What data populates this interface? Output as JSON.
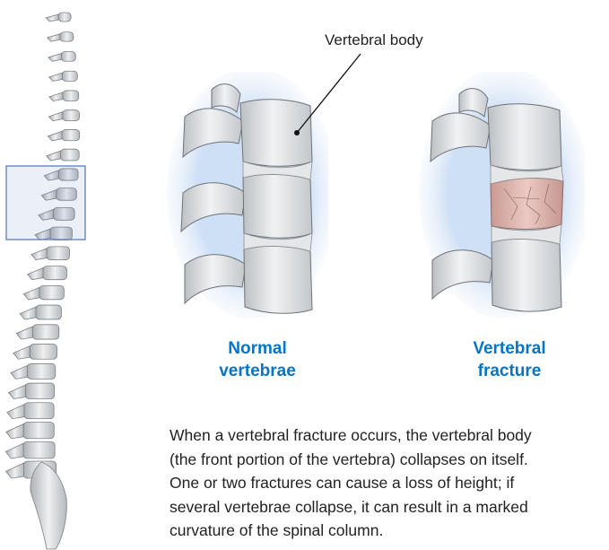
{
  "callout": {
    "label": "Vertebral body"
  },
  "figures": {
    "normal": {
      "caption_line1": "Normal",
      "caption_line2": "vertebrae"
    },
    "fracture": {
      "caption_line1": "Vertebral",
      "caption_line2": "fracture"
    }
  },
  "description": {
    "line1": "When a vertebral fracture occurs, the vertebral body",
    "line2": "(the front portion of the vertebra) collapses on itself.",
    "line3": "One or two fractures can cause a loss of height; if",
    "line4": "several vertebrae collapse, it can result in a marked",
    "line5": "curvature of the spinal column."
  },
  "colors": {
    "caption": "#0a74c2",
    "highlight_box": "#5a7fb8",
    "bone": "#d9dcdf",
    "fracture_tint": "#d7a7a0",
    "glow": "#c9dcf4"
  }
}
